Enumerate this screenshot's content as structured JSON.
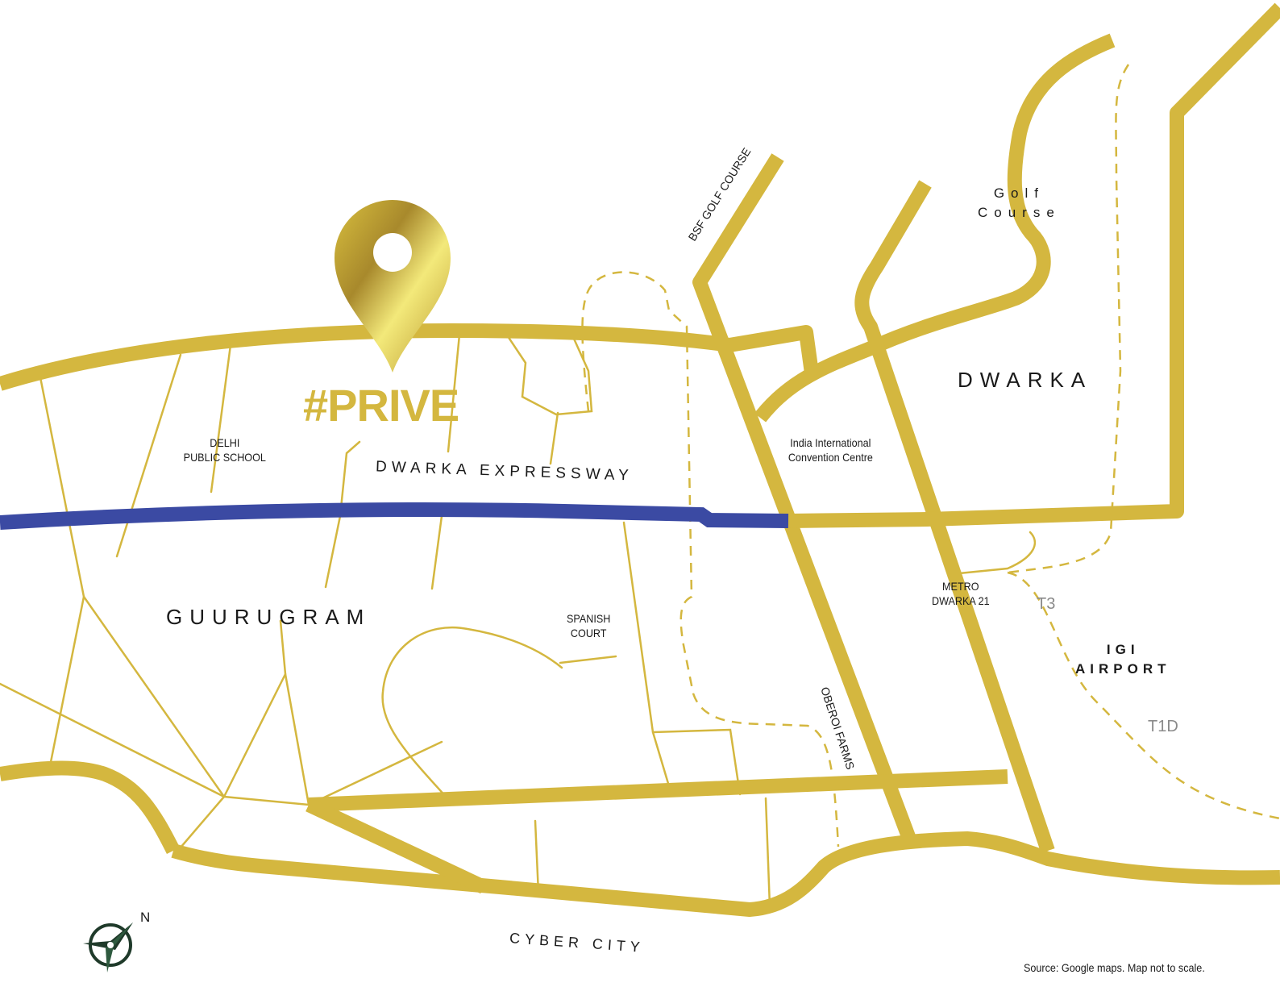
{
  "brand": {
    "name": "#PRIVE"
  },
  "labels": {
    "delhi_public_school": "DELHI\nPUBLIC SCHOOL",
    "dwarka_expressway": "DWARKA EXPRESSWAY",
    "guurugram": "GUURUGRAM",
    "spanish_court": "SPANISH\nCOURT",
    "bsf_golf_course": "BSF GOLF COURSE",
    "golf_course": "Golf\nCourse",
    "dwarka": "DWARKA",
    "india_international_convention_centre": "India International\nConvention Centre",
    "metro_dwarka_21": "METRO\nDWARKA 21",
    "t3": "T3",
    "igi_airport": "IGI\nAIRPORT",
    "t1d": "T1D",
    "oberoi_farms": "OBEROI FARMS",
    "cyber_city": "CYBER CITY"
  },
  "compass": {
    "north": "N",
    "icon": "compass-icon"
  },
  "source_note": "Source: Google maps. Map not to scale.",
  "colors": {
    "road_gold": "#d4b73f",
    "expressway_blue": "#3b4aa3",
    "pin_gold": "#c9a93a",
    "compass_green": "#1f3a2a"
  }
}
